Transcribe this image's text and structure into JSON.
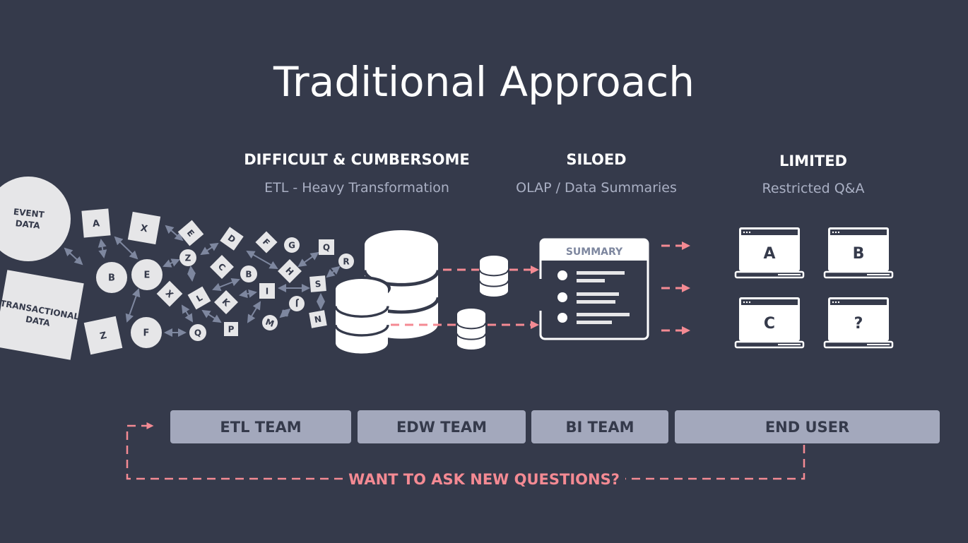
{
  "title": "Traditional Approach",
  "stages": [
    {
      "heading": "DIFFICULT & CUMBERSOME",
      "subheading": "ETL - Heavy Transformation"
    },
    {
      "heading": "SILOED",
      "subheading": "OLAP / Data Summaries"
    },
    {
      "heading": "LIMITED",
      "subheading": "Restricted Q&A"
    }
  ],
  "sources": {
    "event": [
      "EVENT",
      "DATA"
    ],
    "transactional": [
      "TRANSACTIONAL",
      "DATA"
    ]
  },
  "tokens": [
    "A",
    "X",
    "E",
    "Z",
    "D",
    "C",
    "B",
    "F",
    "G",
    "H",
    "Q",
    "R",
    "S",
    "I",
    "K",
    "L",
    "X",
    "J",
    "M",
    "N",
    "P",
    "Q",
    "B",
    "E",
    "F",
    "Z"
  ],
  "summary_label": "SUMMARY",
  "laptops": [
    "A",
    "B",
    "C",
    "?"
  ],
  "teams": [
    "ETL TEAM",
    "EDW TEAM",
    "BI TEAM",
    "END USER"
  ],
  "question": "WANT TO ASK NEW QUESTIONS?",
  "colors": {
    "background": "#353a4b",
    "accent": "#f48a93",
    "team": "#a3a8bc",
    "shape": "#e6e6e8",
    "arrow": "#7e879f"
  }
}
